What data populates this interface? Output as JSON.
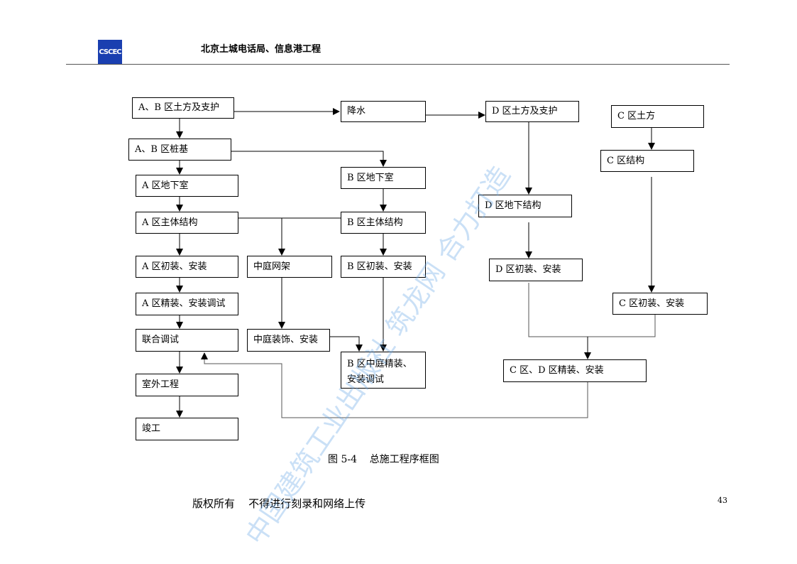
{
  "header": {
    "logo_text": "CSCEC",
    "title": "北京土城电话局、信息港工程"
  },
  "boxes": {
    "ab_earthwork": "A、B 区土方及支护",
    "dewatering": "降水",
    "d_earthwork": "D 区土方及支护",
    "c_earthwork": "C 区土方",
    "ab_pile": "A、B 区桩基",
    "c_structure": "C 区结构",
    "a_basement": "A 区地下室",
    "b_basement": "B 区地下室",
    "d_basement": "D 区地下结构",
    "a_main": "A 区主体结构",
    "b_main": "B 区主体结构",
    "a_rough": "A 区初装、安装",
    "atrium_frame": "中庭网架",
    "b_rough": "B 区初装、安装",
    "d_rough": "D 区初装、安装",
    "c_rough": "C 区初装、安装",
    "a_fine": "A 区精装、安装调试",
    "joint": "联合调试",
    "atrium_deco": "中庭装饰、安装",
    "b_atrium_fine": "B 区中庭精装、安装调试",
    "cd_fine": "C 区、D 区精装、安装",
    "outdoor": "室外工程",
    "complete": "竣工"
  },
  "caption": "图 5-4    总施工程序框图",
  "footer": "版权所有    不得进行刻录和网络上传",
  "page_number": "43",
  "watermark": "中国建筑工业出版社 筑龙网 合力打造",
  "colors": {
    "logo_blue": "#1a3fb0",
    "watermark": "#6aa9e6",
    "line": "#000000",
    "return_line": "#555555"
  }
}
